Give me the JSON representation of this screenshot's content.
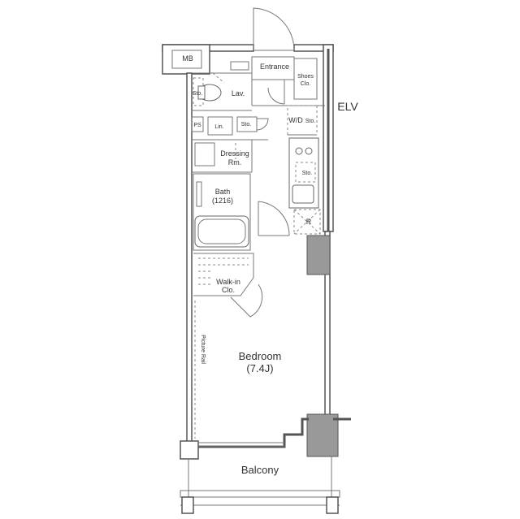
{
  "plan": {
    "rooms": {
      "mb": "MB",
      "entrance": "Entrance",
      "shoes_clo_1": "Shoes",
      "shoes_clo_2": "Clo.",
      "lav": "Lav.",
      "sto_lav": "Sto.",
      "elv": "ELV",
      "ps": "PS",
      "lin": "Lin.",
      "sto_hall": "Sto.",
      "wd_sto": "W/D",
      "wd_sto_2": "Sto.",
      "dressing_1": "Dressing",
      "dressing_2": "Rm.",
      "sto_kitchen": "Sto.",
      "bath_1": "Bath",
      "bath_2": "(1216)",
      "refrigerator": "R",
      "walkin_1": "Walk-in",
      "walkin_2": "Clo.",
      "picture_rail": "Picture Rail",
      "bedroom_1": "Bedroom",
      "bedroom_2": "(7.4J)",
      "balcony": "Balcony"
    }
  }
}
